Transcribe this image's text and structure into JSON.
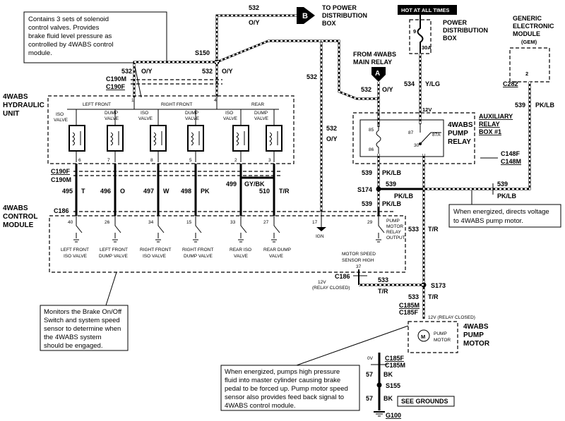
{
  "callouts": {
    "top_left": [
      "Contains 3 sets of solenoid",
      "control valves.  Provides",
      "brake fluid level pressure as",
      "controlled by 4WABS control",
      "module."
    ],
    "bottom_left": [
      "Monitors the Brake On/Off",
      "Switch and system speed",
      "sensor to determine when",
      "the   4WABS   system",
      "should be engaged."
    ],
    "bottom_center": [
      "When energized, pumps high pressure",
      "fluid into master cylinder causing brake",
      "pedal to be forced up. Pump motor speed",
      "sensor also provides feed back signal to",
      "4WABS control module."
    ],
    "right": [
      "When energized, directs voltage",
      "to 4WABS pump motor."
    ]
  },
  "top": {
    "circuit_532": "532",
    "wire_oy": "O/Y",
    "to_box_marker": "B",
    "to_box_label": [
      "TO POWER",
      "DISTRIBUTION",
      "BOX"
    ],
    "s150": "S150",
    "hot": "HOT AT ALL TIMES"
  },
  "pdb": {
    "fuse_num": "9",
    "fuse_amp": "30A",
    "label": [
      "POWER",
      "DISTRIBUTION",
      "BOX"
    ],
    "circuit": "534",
    "color": "Y/LG"
  },
  "relay_feed": {
    "label": [
      "FROM 4WABS",
      "MAIN RELAY"
    ],
    "marker": "A",
    "circuit": "532",
    "color": "O/Y"
  },
  "gem": {
    "title": [
      "GENERIC",
      "ELECTRONIC",
      "MODULE",
      "(GEM)"
    ],
    "pin": "2",
    "connector": "C282",
    "circuit": "539",
    "color": "PK/LB"
  },
  "hydraulic": {
    "title": [
      "4WABS",
      "HYDRAULIC",
      "UNIT"
    ],
    "groups": [
      "LEFT FRONT",
      "RIGHT FRONT",
      "REAR"
    ],
    "valves": [
      {
        "name": [
          "ISO",
          "VALVE"
        ],
        "pin": "6"
      },
      {
        "name": [
          "DUMP",
          "VALVE"
        ],
        "pin": "7"
      },
      {
        "name": [
          "ISO",
          "VALVE"
        ],
        "pin": "8"
      },
      {
        "name": [
          "DUMP",
          "VALVE"
        ],
        "pin": "5"
      },
      {
        "name": [
          "ISO",
          "VALVE"
        ],
        "pin": "2"
      },
      {
        "name": [
          "DUMP",
          "VALVE"
        ],
        "pin": "3"
      }
    ],
    "top_pins": [
      "1",
      "4"
    ],
    "conn_top": [
      "C190M",
      "C190F"
    ],
    "conn_bottom": [
      "C190F",
      "C190M"
    ]
  },
  "wires": [
    {
      "circuit": "495",
      "color": "T"
    },
    {
      "circuit": "496",
      "color": "O"
    },
    {
      "circuit": "497",
      "color": "W"
    },
    {
      "circuit": "498",
      "color": "PK"
    },
    {
      "circuit": "499",
      "color": "GY/BK"
    },
    {
      "circuit": "510",
      "color": "T/R"
    }
  ],
  "control": {
    "title": [
      "4WABS",
      "CONTROL",
      "MODULE"
    ],
    "connector": "C186",
    "pins": [
      "40",
      "26",
      "34",
      "15",
      "33",
      "27",
      "17",
      "29"
    ],
    "ign": "IGN",
    "outputs": [
      [
        "LEFT FRONT",
        "ISO VALVE"
      ],
      [
        "LEFT FRONT",
        "DUMP VALVE"
      ],
      [
        "RIGHT FRONT",
        "ISO VALVE"
      ],
      [
        "RIGHT FRONT",
        "DUMP VALVE"
      ],
      [
        "REAR ISO",
        "VALVE"
      ],
      [
        "REAR  DUMP",
        "VALVE"
      ]
    ],
    "pump_relay_output": [
      "PUMP",
      "MOTOR",
      "RELAY",
      "OUTPUT"
    ],
    "speed_sensor": [
      "MOTOR SPEED",
      "SENSOR HIGH"
    ],
    "speed_pin": "37",
    "speed_conn": "C186",
    "speed_voltage": [
      "12V",
      "(RELAY CLOSED)"
    ]
  },
  "relay": {
    "title": [
      "4WABS",
      "PUMP",
      "RELAY"
    ],
    "box": [
      "AUXILIARY",
      "RELAY",
      "BOX #1"
    ],
    "pins": [
      "85",
      "86",
      "87",
      "87A",
      "30"
    ],
    "voltage": "12V",
    "conn": [
      "C148F",
      "C148M"
    ]
  },
  "right_wiring": {
    "c539": "539",
    "pklb": "PK/LB",
    "s174": "S174",
    "c533": "533",
    "tr": "T/R",
    "s173": "S173",
    "c185": [
      "C185M",
      "C185F"
    ],
    "pump_voltage": "12V (RELAY CLOSED)",
    "pump_label": [
      "4WABS",
      "PUMP",
      "MOTOR"
    ],
    "pump_inner": [
      "PUMP",
      "MOTOR"
    ],
    "motor_letter": "M",
    "zero_v": "0V",
    "c185b": [
      "C185F",
      "C185M"
    ],
    "c57": "57",
    "bk": "BK",
    "s155": "S155",
    "see_grounds": "SEE GROUNDS",
    "g100": "G100"
  }
}
